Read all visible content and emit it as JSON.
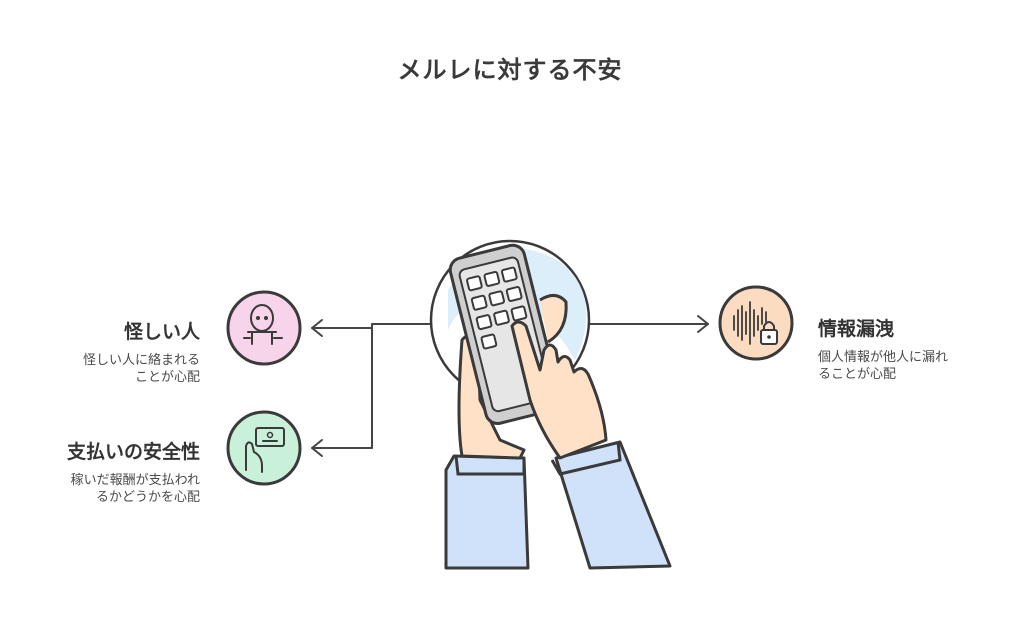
{
  "title": "メルレに対する不安",
  "nodes": {
    "suspicious": {
      "title": "怪しい人",
      "desc_lines": [
        "怪しい人に絡まれる",
        "ことが心配"
      ],
      "icon": "alien-icon",
      "color": "#f7d4ea"
    },
    "payment": {
      "title": "支払いの安全性",
      "desc_lines": [
        "稼いだ報酬が支払われ",
        "るかどうかを心配"
      ],
      "icon": "hand-card-icon",
      "color": "#c9f1d9"
    },
    "leak": {
      "title": "情報漏洩",
      "desc_lines": [
        "個人情報が他人に漏れ",
        "ることが心配"
      ],
      "icon": "soundwave-lock-icon",
      "color": "#fcdcc0"
    }
  },
  "center": {
    "icon": "hands-smartphone-icon"
  }
}
